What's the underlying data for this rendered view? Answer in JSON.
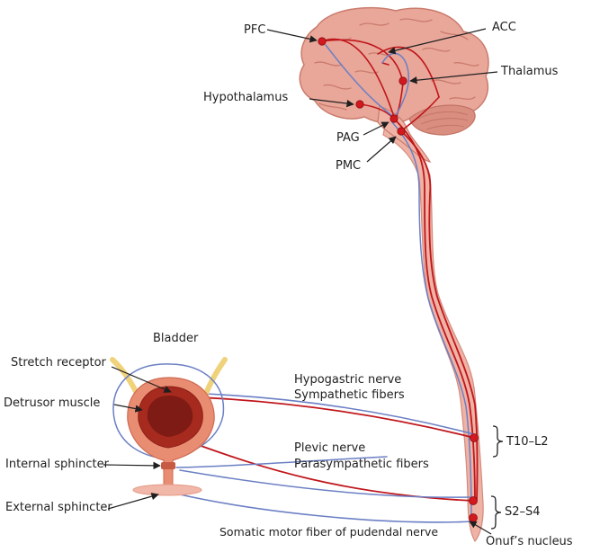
{
  "labels": {
    "pfc": "PFC",
    "acc": "ACC",
    "thalamus": "Thalamus",
    "hypothalamus": "Hypothalamus",
    "pag": "PAG",
    "pmc": "PMC",
    "bladder": "Bladder",
    "stretch_receptor": "Stretch receptor",
    "detrusor_muscle": "Detrusor muscle",
    "internal_sphincter": "Internal sphincter",
    "external_sphincter": "External sphincter",
    "hypogastric_nerve": "Hypogastric nerve",
    "sympathetic_fibers": "Sympathetic fibers",
    "plevic_nerve": "Plevic nerve",
    "parasympathetic_fibers": "Parasympathetic fibers",
    "t10_l2": "T10–L2",
    "s2_s4": "S2–S4",
    "somatic_motor_fiber": "Somatic motor fiber of pudendal nerve",
    "onufs_nucleus": "Onuf’s nucleus"
  },
  "colors": {
    "brain_fill": "#e9a79a",
    "brain_stroke": "#c97b6c",
    "cerebellum": "#d98e80",
    "spinal_cord": "#efb3a6",
    "efferent_red": "#c0161b",
    "afferent_blue": "#6b7fc4",
    "bladder_outer": "#e98d72",
    "bladder_inner": "#a72a1f",
    "bladder_lumen": "#7e1b14",
    "ureter": "#efd27a",
    "node_red": "#d1191f",
    "text": "#1f1f1f"
  }
}
